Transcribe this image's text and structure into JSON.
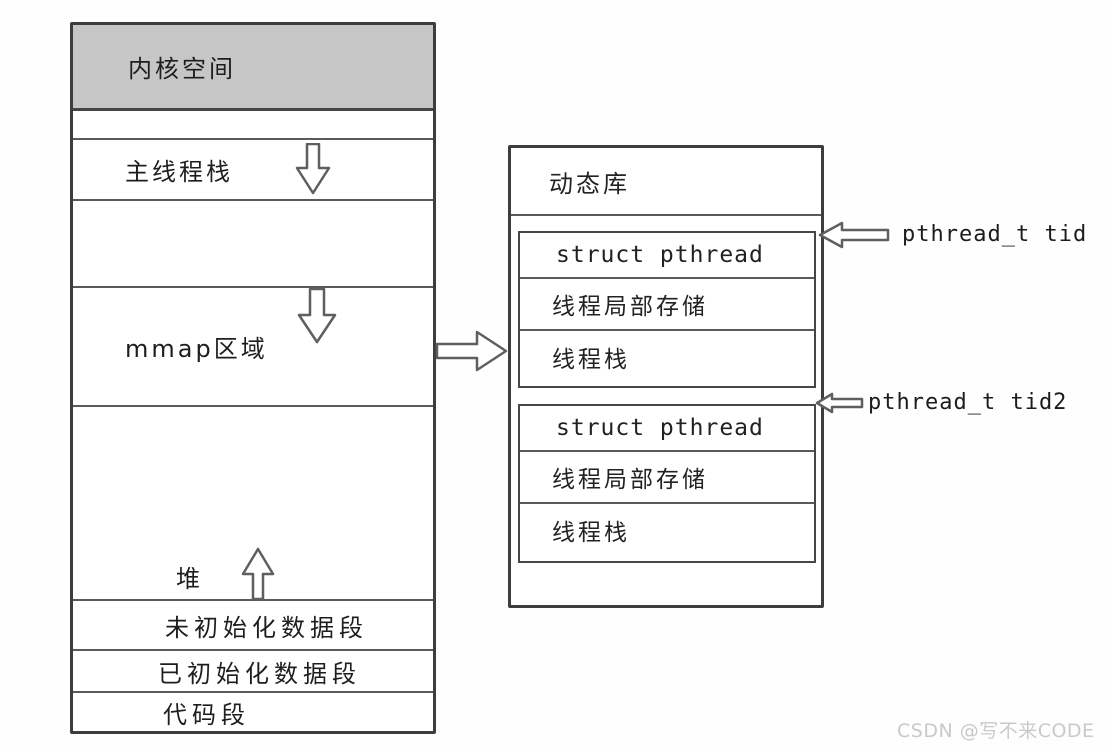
{
  "colors": {
    "line": "#3d3d3d",
    "divider": "#5a5a5a",
    "kernel_fill": "#c6c6c6",
    "text": "#1e1e1e",
    "watermark": "#c9c9c9"
  },
  "memory_map": {
    "kernel": "内核空间",
    "main_thread_stack": "主线程栈",
    "mmap_region": "mmap区域",
    "heap": "堆",
    "uninitialized_data": "未初始化数据段",
    "initialized_data": "已初始化数据段",
    "code_segment": "代码段"
  },
  "dynamic_library": {
    "title": "动态库",
    "thread_blocks": [
      {
        "struct": "struct pthread",
        "tls": "线程局部存储",
        "stack": "线程栈",
        "pointer": "pthread_t tid"
      },
      {
        "struct": "struct pthread",
        "tls": "线程局部存储",
        "stack": "线程栈",
        "pointer": "pthread_t tid2"
      }
    ]
  },
  "icons": {
    "stack_growth": "hollow-down-arrow",
    "mmap_growth": "hollow-down-arrow",
    "heap_growth": "hollow-up-arrow",
    "mmap_link": "hollow-right-arrow",
    "tid_pointer": "hollow-left-arrow",
    "tid2_pointer": "hollow-left-arrow"
  },
  "watermark": "CSDN @写不来CODE"
}
